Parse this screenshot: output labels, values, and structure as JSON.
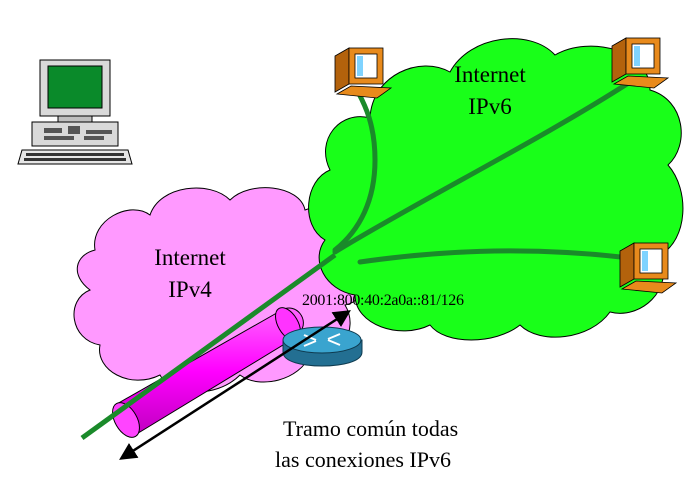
{
  "ipv6_cloud": {
    "line1": "Internet",
    "line2": "IPv6",
    "color": "#19ff19"
  },
  "ipv4_cloud": {
    "line1": "Internet",
    "line2": "IPv4",
    "color": "#ff99ff"
  },
  "address_label": "2001:800:40:2a0a::81/126",
  "caption": {
    "line1": "Tramo común todas",
    "line2": "las conexiones IPv6"
  },
  "colors": {
    "tunnel": "#ff00ff",
    "route": "#1a8a2a",
    "router": "#2f8fb8",
    "host": "#e88a1c",
    "pc_screen": "#0a8a2a"
  },
  "icons": [
    "desktop-pc-icon",
    "ipv6-host-icon",
    "router-icon"
  ]
}
